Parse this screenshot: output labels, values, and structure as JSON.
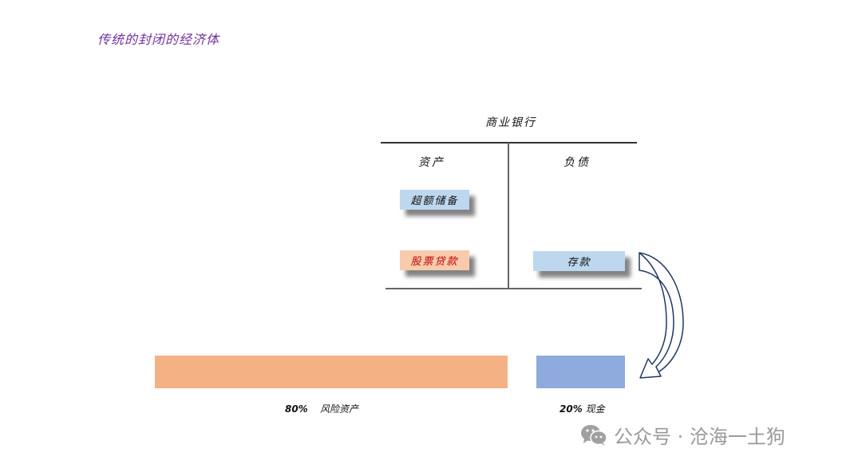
{
  "title": "传统的封闭的经济体",
  "bank": {
    "title": "商业银行",
    "assets_label": "资产",
    "liabilities_label": "负债",
    "assets": [
      {
        "label": "超额储备",
        "color": "#bdd7ee",
        "text_color": "#111111"
      },
      {
        "label": "股票贷款",
        "color": "#f8cbad",
        "text_color": "#c00000"
      }
    ],
    "liabilities": [
      {
        "label": "存款",
        "color": "#bdd7ee",
        "text_color": "#111111"
      }
    ]
  },
  "arrow": {
    "from": "存款",
    "to": "现金",
    "stroke": "#1f3864"
  },
  "split": [
    {
      "percent": "80%",
      "label": "风险资产",
      "color": "#f4b183"
    },
    {
      "percent": "20%",
      "label": "现金",
      "color": "#8faadc"
    }
  ],
  "watermark": {
    "icon": "wechat-icon",
    "text": "公众号 · 沧海一土狗"
  }
}
